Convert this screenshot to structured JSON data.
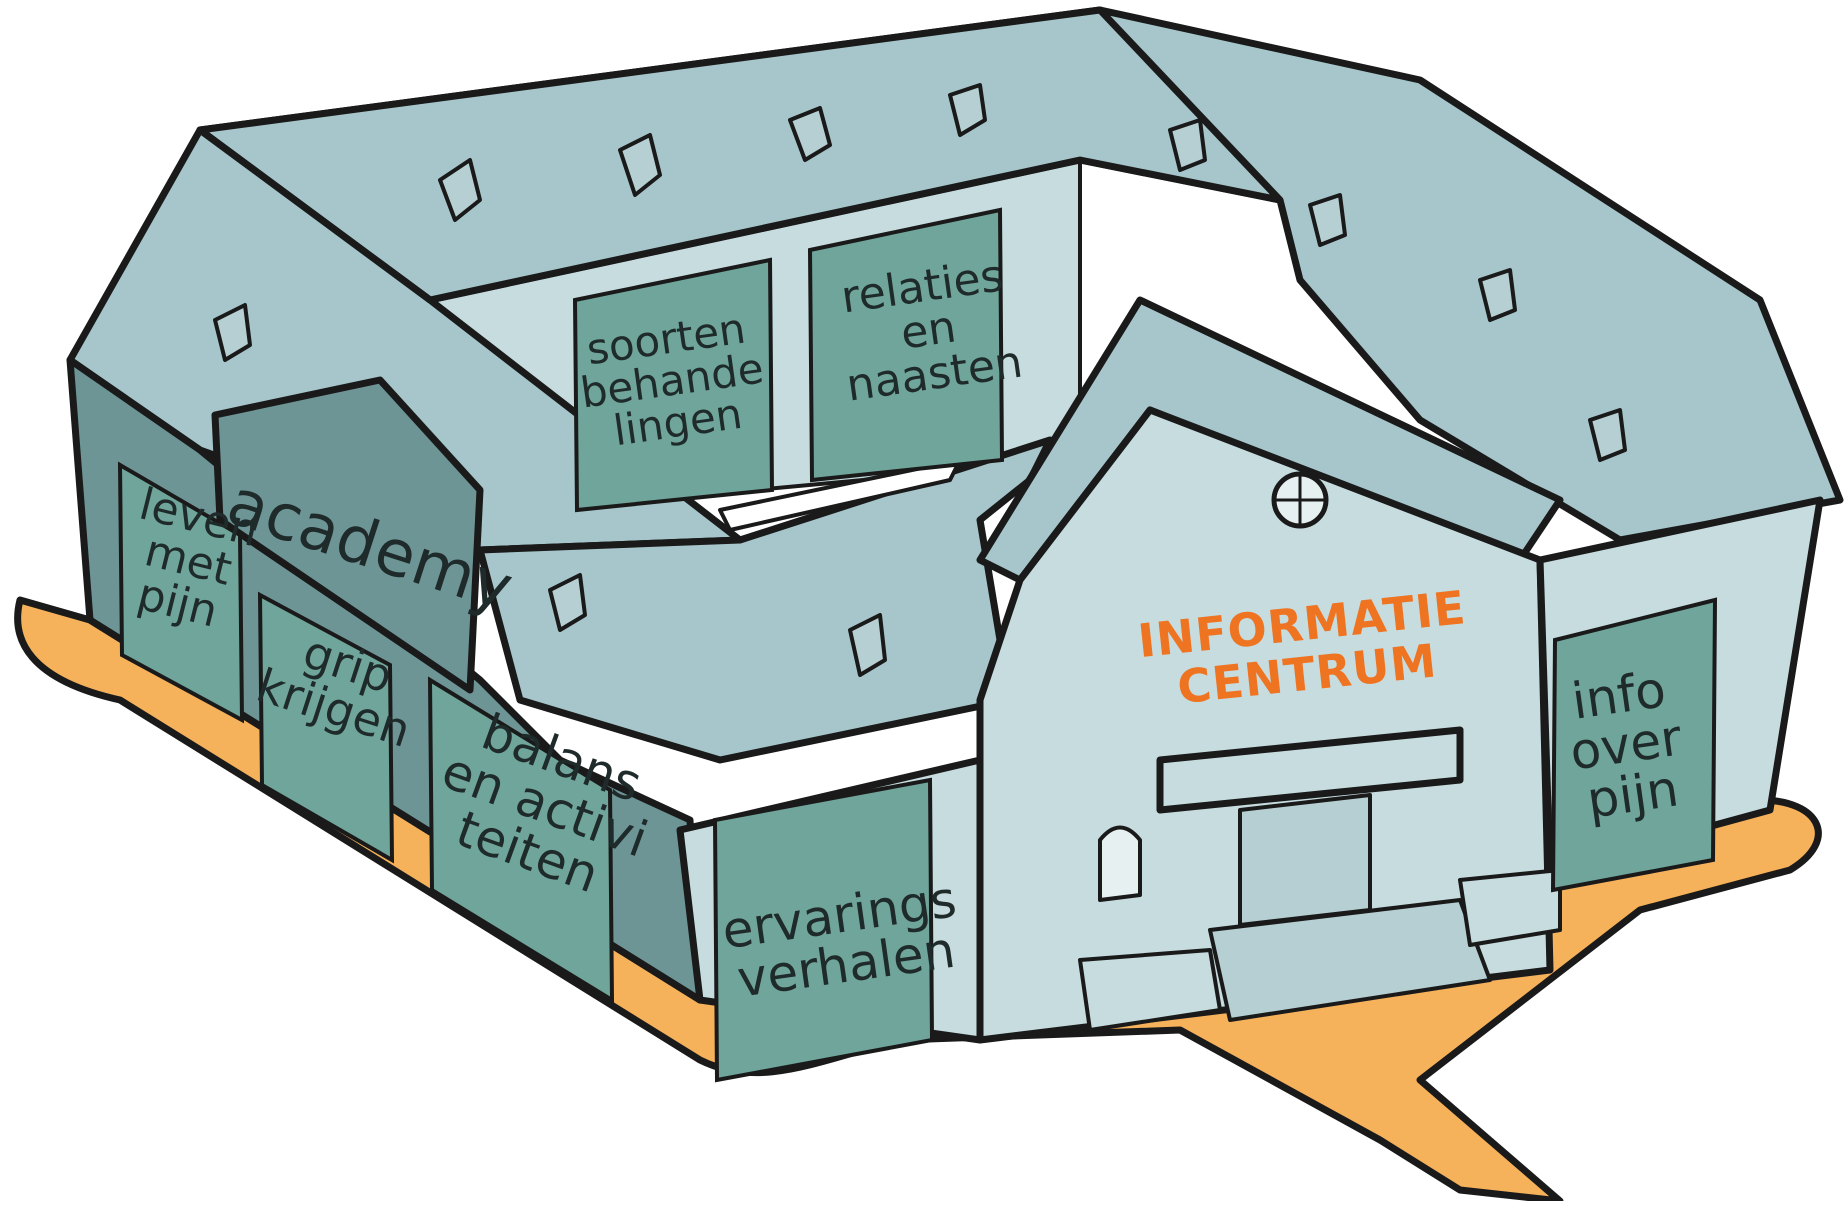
{
  "building": {
    "academy": {
      "label": "academy"
    },
    "panels": {
      "leven_met_pijn": [
        "leven",
        "met",
        "pijn"
      ],
      "grip_krijgen": [
        "grip",
        "krijgen"
      ],
      "balans": [
        "balans",
        "en activi",
        "teiten"
      ],
      "ervarings": [
        "ervarings",
        "verhalen"
      ],
      "soorten": [
        "soorten",
        "behande",
        "lingen"
      ],
      "relaties": [
        "relaties",
        "en",
        "naasten"
      ],
      "info_over_pijn": [
        "info",
        "over",
        "pijn"
      ]
    },
    "informatie_centrum": [
      "INFORMATIE",
      "CENTRUM"
    ]
  },
  "colors": {
    "roof": "#a6c6cb",
    "roof_dark": "#8fb1b6",
    "wall": "#c6dcdf",
    "wall_shade": "#6e9596",
    "panel": "#6fa59b",
    "panel_dark": "#4f7f78",
    "ground": "#f6b15b",
    "outline": "#1a1a1a",
    "accent": "#ee7422"
  },
  "icons": [
    "dormer-window-icon",
    "round-window-icon",
    "lion-statue-icon"
  ]
}
